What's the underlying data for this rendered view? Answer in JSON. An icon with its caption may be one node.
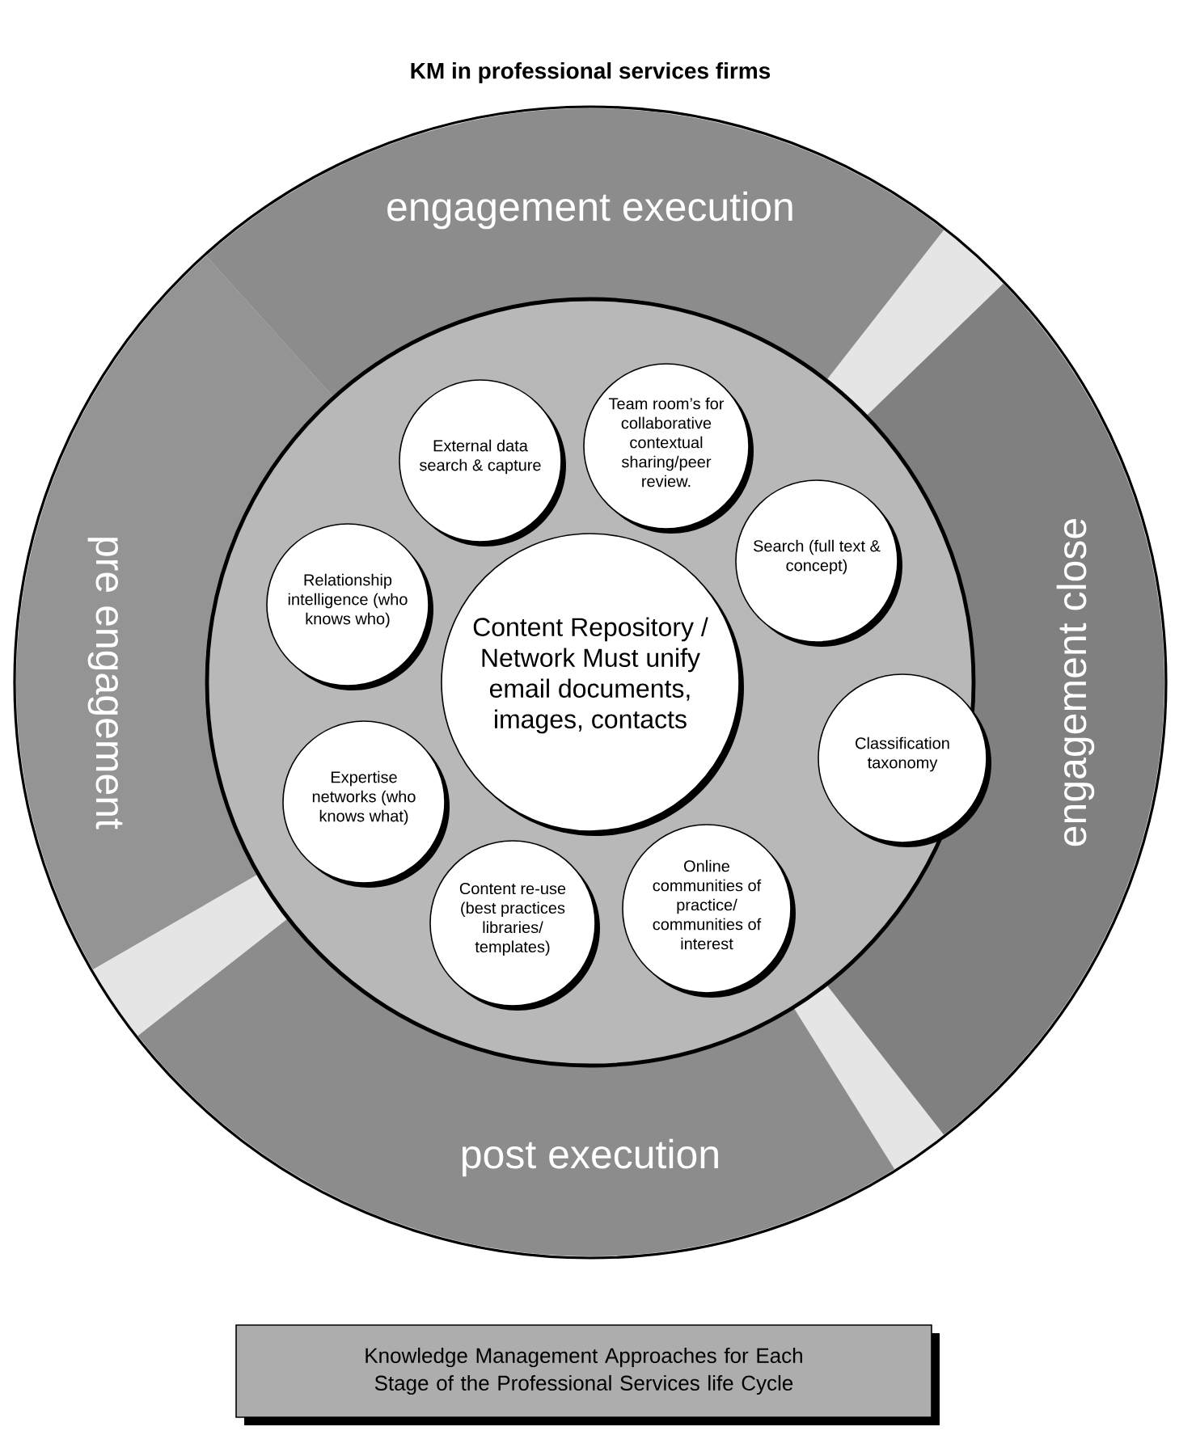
{
  "diagram": {
    "title": "KM in professional services firms",
    "nodes": [
      {
        "text": [],
        "shape": "circle"
      },
      {
        "text": [
          "engagement execution"
        ],
        "in": 0
      },
      {
        "text": [
          "engagement close"
        ],
        "in": 0
      },
      {
        "text": [
          "post execution"
        ],
        "in": 0
      },
      {
        "text": [
          "pre engagement"
        ],
        "in": 0
      },
      {
        "text": [],
        "shape": "circle",
        "in": 0
      },
      {
        "text": [
          "Content Repository / Network Must unify email documents, images, contacts"
        ],
        "in": 5
      },
      {
        "text": [
          "External data search & capture"
        ],
        "in": 5
      },
      {
        "text": [
          "Team room’s for collaborative contextual sharing/peer review."
        ],
        "in": 5
      },
      {
        "text": [
          "Search (full text & concept)"
        ],
        "in": 5
      },
      {
        "text": [
          "Relationship intelligence (who knows who)"
        ],
        "in": 5
      },
      {
        "text": [
          "Classification taxonomy"
        ],
        "in": 5
      },
      {
        "text": [
          "Expertise networks (who knows what)"
        ],
        "in": 5
      },
      {
        "text": [
          "Content re-use (best practices libraries/ templates)"
        ],
        "in": 5
      },
      {
        "text": [
          "Online communities of practice/ communities of interest"
        ],
        "in": 5
      },
      {
        "text": [
          "Knowledge Management Approaches for Each Stage of the Professional Services life Cycle"
        ]
      }
    ]
  }
}
